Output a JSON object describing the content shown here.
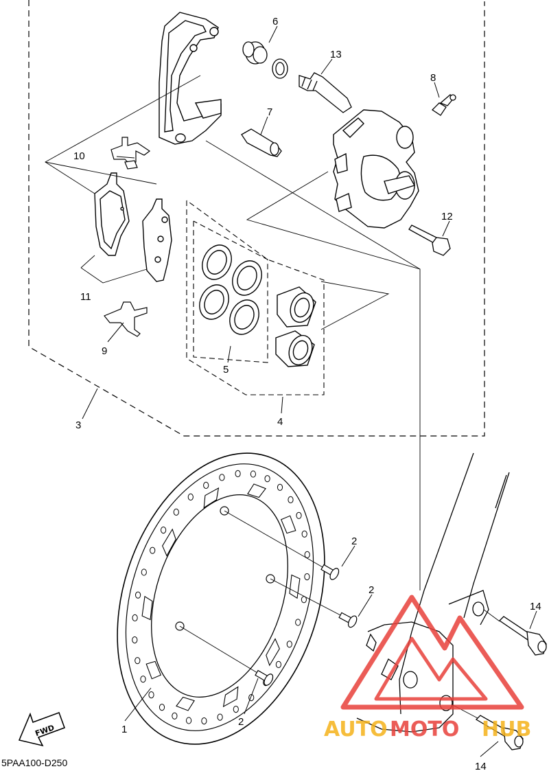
{
  "callouts": {
    "p1": "1",
    "p2a": "2",
    "p2b": "2",
    "p2c": "2",
    "p3": "3",
    "p4": "4",
    "p5": "5",
    "p6": "6",
    "p7": "7",
    "p8": "8",
    "p9": "9",
    "p10": "10",
    "p11": "11",
    "p12": "12",
    "p13": "13",
    "p14a": "14",
    "p14b": "14"
  },
  "fwd_label": "FWD",
  "diagram_code": "5PAA100-D250",
  "watermark": {
    "part1": "AUTO",
    "part2": "MOTO",
    "part3": "HUB",
    "color": "#e8403a",
    "accent": "#f5b21a"
  }
}
